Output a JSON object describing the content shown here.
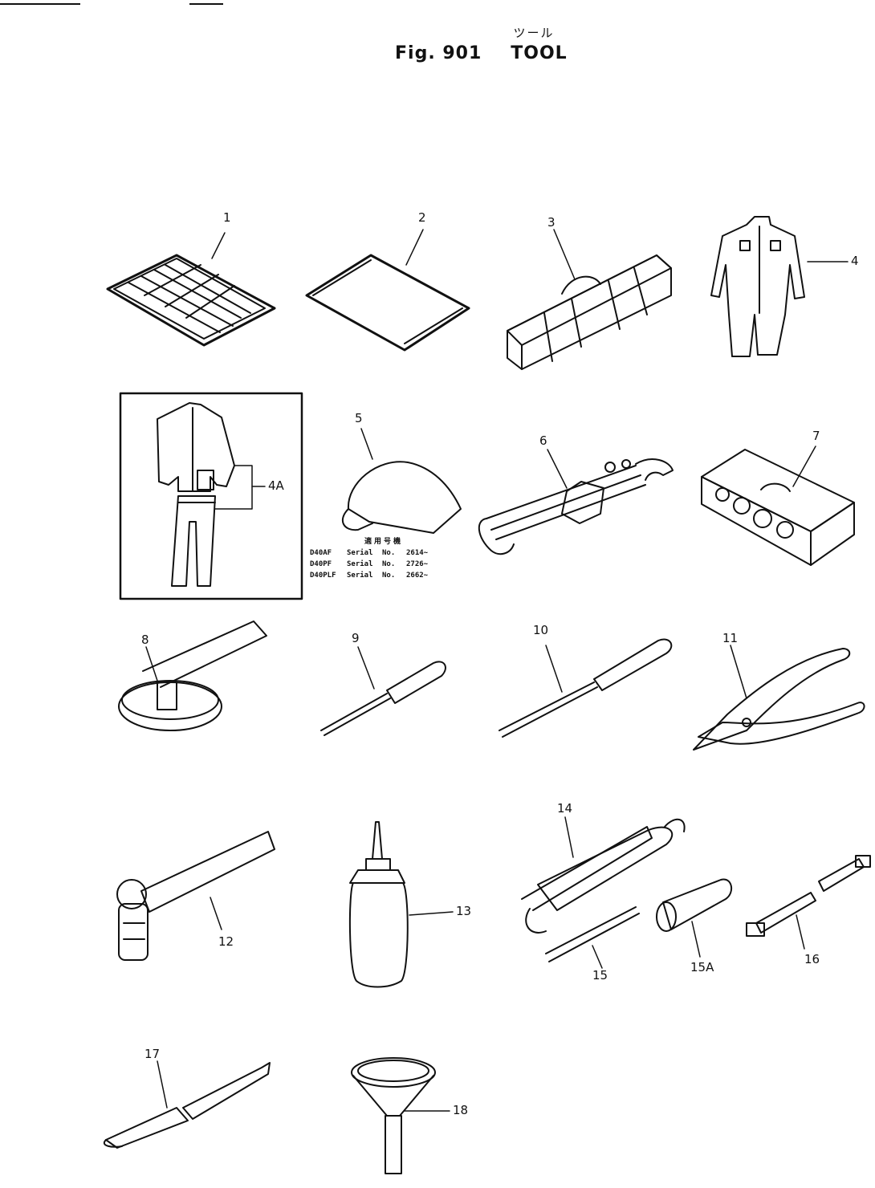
{
  "title": {
    "kana": "ツール",
    "fig": "Fig. 901",
    "name": "TOOL"
  },
  "serial_table": {
    "header": "適用号機",
    "rows": [
      {
        "model": "D40AF",
        "label": "Serial",
        "no": "No.",
        "range": "2614~"
      },
      {
        "model": "D40PF",
        "label": "Serial",
        "no": "No.",
        "range": "2726~"
      },
      {
        "model": "D40PLF",
        "label": "Serial",
        "no": "No.",
        "range": "2662~"
      }
    ]
  },
  "callouts": {
    "c1": "1",
    "c2": "2",
    "c3": "3",
    "c4": "4",
    "c4a": "4A",
    "c5": "5",
    "c6": "6",
    "c7": "7",
    "c8": "8",
    "c9": "9",
    "c10": "10",
    "c11": "11",
    "c12": "12",
    "c13": "13",
    "c14": "14",
    "c15": "15",
    "c15a": "15A",
    "c16": "16",
    "c17": "17",
    "c18": "18"
  },
  "colors": {
    "ink": "#111111",
    "paper": "#ffffff"
  }
}
